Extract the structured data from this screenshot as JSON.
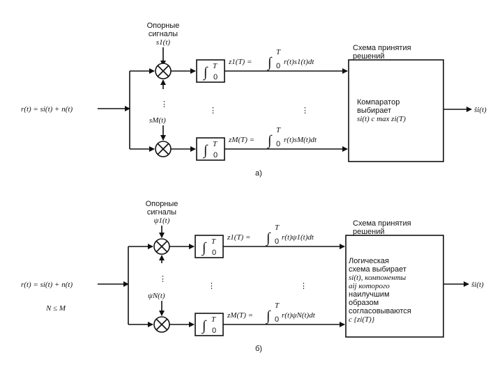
{
  "a": {
    "ref_title": [
      "Опорные",
      "сигналы"
    ],
    "ref_first": "s1(t)",
    "ref_last": "sM(t)",
    "input": "r(t) = si(t) + n(t)",
    "out1": "z1(T) =",
    "out1_expr": "r(t)s1(t)dt",
    "outM": "zM(T) =",
    "outM_expr": "r(t)sM(t)dt",
    "decision_title": [
      "Схема принятия",
      "решений"
    ],
    "decision_body": [
      "Компаратор",
      "выбирает",
      "si(t) с max zi(T)"
    ],
    "output": "ŝi(t)",
    "caption": "а)"
  },
  "b": {
    "ref_title": [
      "Опорные",
      "сигналы"
    ],
    "ref_first": "ψ1(t)",
    "ref_last": "ψN(t)",
    "input": "r(t) = si(t) + n(t)",
    "condition": "N ≤ M",
    "out1": "z1(T) =",
    "out1_expr": "r(t)ψ1(t)dt",
    "outM": "zM(T) =",
    "outM_expr": "r(t)ψN(t)dt",
    "decision_title": [
      "Схема принятия",
      "решений"
    ],
    "decision_body": [
      "Логическая",
      "схема выбирает",
      "si(t), компоненты",
      "aij которого",
      "наилучшим",
      "образом",
      "согласовываются",
      "с {zi(T)}"
    ],
    "output": "ŝi(t)",
    "caption": "б)"
  },
  "common": {
    "integral": "∫",
    "upper": "T",
    "lower": "0",
    "dots": "⋮"
  }
}
